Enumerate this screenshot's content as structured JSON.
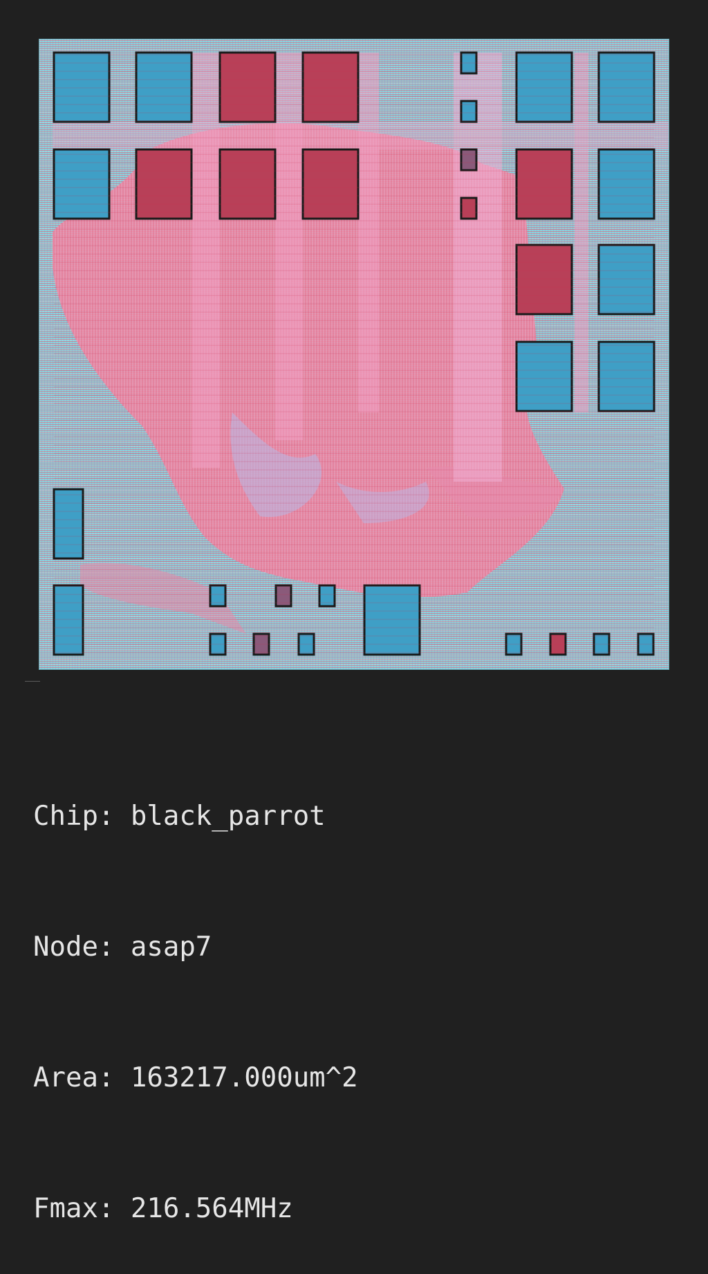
{
  "info": {
    "chip_label": "Chip:",
    "chip_value": "black_parrot",
    "node_label": "Node:",
    "node_value": "asap7",
    "area_label": "Area:",
    "area_value": "163217.000um^2",
    "fmax_label": "Fmax:",
    "fmax_value": "216.564MHz"
  },
  "colors": {
    "background": "#202020",
    "die_base": "#8fd0d8",
    "routing_pink": "#f08aa8",
    "macro_blue": "#3f9fc6",
    "macro_red": "#b83a55",
    "macro_border": "#1a1a1a",
    "text": "#e6e6e6"
  }
}
